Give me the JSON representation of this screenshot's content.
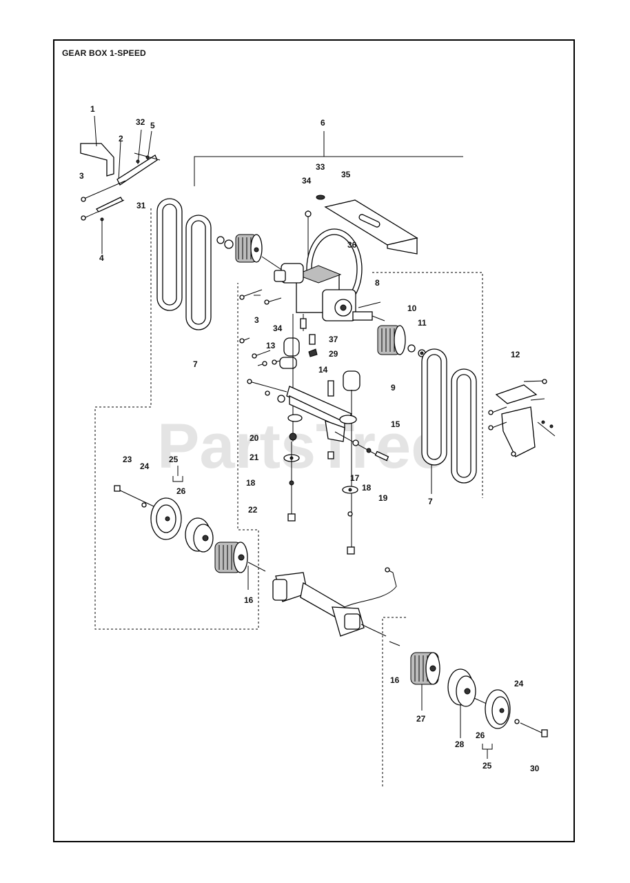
{
  "title": "GEAR BOX 1-SPEED",
  "watermark": "PartsTree",
  "callouts": [
    {
      "id": "c1",
      "text": "1"
    },
    {
      "id": "c32",
      "text": "32"
    },
    {
      "id": "c5",
      "text": "5"
    },
    {
      "id": "c2",
      "text": "2"
    },
    {
      "id": "c3a",
      "text": "3"
    },
    {
      "id": "c31",
      "text": "31"
    },
    {
      "id": "c4",
      "text": "4"
    },
    {
      "id": "c6",
      "text": "6"
    },
    {
      "id": "c33",
      "text": "33"
    },
    {
      "id": "c34a",
      "text": "34"
    },
    {
      "id": "c35",
      "text": "35"
    },
    {
      "id": "c36",
      "text": "36"
    },
    {
      "id": "c8",
      "text": "8"
    },
    {
      "id": "c3b",
      "text": "3"
    },
    {
      "id": "c34b",
      "text": "34"
    },
    {
      "id": "c37",
      "text": "37"
    },
    {
      "id": "c10",
      "text": "10"
    },
    {
      "id": "c11",
      "text": "11"
    },
    {
      "id": "c12",
      "text": "12"
    },
    {
      "id": "c7a",
      "text": "7"
    },
    {
      "id": "c13",
      "text": "13"
    },
    {
      "id": "c29",
      "text": "29"
    },
    {
      "id": "c14",
      "text": "14"
    },
    {
      "id": "c9",
      "text": "9"
    },
    {
      "id": "c15",
      "text": "15"
    },
    {
      "id": "c20",
      "text": "20"
    },
    {
      "id": "c21",
      "text": "21"
    },
    {
      "id": "c18a",
      "text": "18"
    },
    {
      "id": "c17",
      "text": "17"
    },
    {
      "id": "c18b",
      "text": "18"
    },
    {
      "id": "c19",
      "text": "19"
    },
    {
      "id": "c7b",
      "text": "7"
    },
    {
      "id": "c22",
      "text": "22"
    },
    {
      "id": "c23",
      "text": "23"
    },
    {
      "id": "c24a",
      "text": "24"
    },
    {
      "id": "c25a",
      "text": "25"
    },
    {
      "id": "c26a",
      "text": "26"
    },
    {
      "id": "c16a",
      "text": "16"
    },
    {
      "id": "c16b",
      "text": "16"
    },
    {
      "id": "c27",
      "text": "27"
    },
    {
      "id": "c24b",
      "text": "24"
    },
    {
      "id": "c28",
      "text": "28"
    },
    {
      "id": "c26b",
      "text": "26"
    },
    {
      "id": "c25b",
      "text": "25"
    },
    {
      "id": "c30",
      "text": "30"
    }
  ]
}
